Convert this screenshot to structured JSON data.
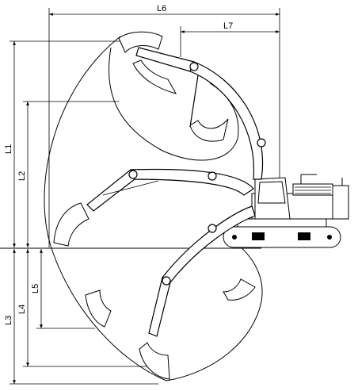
{
  "diagram": {
    "dimension_labels": {
      "L1": "L1",
      "L2": "L2",
      "L3": "L3",
      "L4": "L4",
      "L5": "L5",
      "L6": "L6",
      "L7": "L7"
    }
  }
}
